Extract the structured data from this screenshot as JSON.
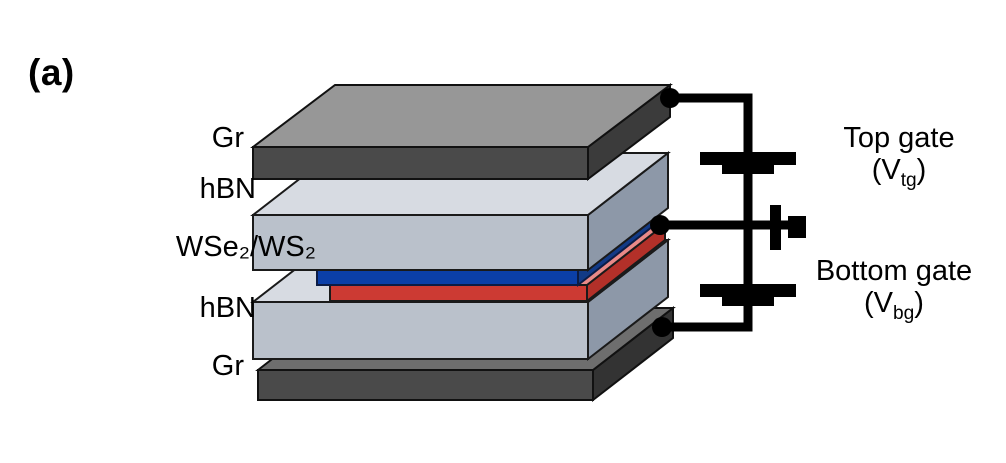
{
  "figure": {
    "panel_label": "(a)",
    "description": "Schematic of dual-gated WSe2/WS2 heterobilayer device encapsulated in hBN with graphene top and bottom gates"
  },
  "stack_labels": [
    {
      "id": "gr-top",
      "text_html": "Gr",
      "text": "Gr"
    },
    {
      "id": "hbn-top",
      "text_html": "hBN",
      "text": "hBN"
    },
    {
      "id": "tmd",
      "text_html": "WSe2/WS2",
      "text": "WSe₂/WS₂"
    },
    {
      "id": "hbn-bot",
      "text_html": "hBN",
      "text": "hBN"
    },
    {
      "id": "gr-bottom",
      "text_html": "Gr",
      "text": "Gr"
    }
  ],
  "gate_labels": {
    "top": {
      "line1": "Top gate",
      "line2": "(V",
      "sub": "tg",
      "line2_end": ")"
    },
    "bottom": {
      "line1": "Bottom gate",
      "line2": "(V",
      "sub": "bg",
      "line2_end": ")"
    }
  },
  "layers": [
    {
      "name": "graphene-top",
      "label": "Gr",
      "top_color": "#979797",
      "front_color": "#4a4a4a",
      "side_color": "#3b3b3b"
    },
    {
      "name": "hbn-top",
      "label": "hBN",
      "top_color": "#d7dbe2",
      "front_color": "#bac1cb",
      "side_color": "#8d98a8"
    },
    {
      "name": "wse2",
      "label": "WSe2",
      "top_color": "#4b8ced",
      "front_color": "#0b3fa8",
      "side_color": "#123a86"
    },
    {
      "name": "ws2",
      "label": "WS2",
      "top_color": "#e98a88",
      "front_color": "#cc3a33",
      "side_color": "#b33029"
    },
    {
      "name": "hbn-bottom",
      "label": "hBN",
      "top_color": "#d7dbe2",
      "front_color": "#bac1cb",
      "side_color": "#8d98a8"
    },
    {
      "name": "graphene-bottom",
      "label": "Gr",
      "top_color": "#6e6e6e",
      "front_color": "#4a4a4a",
      "side_color": "#333333"
    }
  ],
  "circuit": {
    "wire_color": "#000000",
    "symbols": [
      {
        "name": "battery-top-gate",
        "type": "battery"
      },
      {
        "name": "ground-sample",
        "type": "ground"
      },
      {
        "name": "battery-bottom-gate",
        "type": "battery"
      }
    ],
    "contacts": [
      {
        "name": "contact-top-gate",
        "target": "graphene-top"
      },
      {
        "name": "contact-sample",
        "target": "wse2-ws2"
      },
      {
        "name": "contact-bottom-gate",
        "target": "graphene-bottom"
      }
    ]
  }
}
